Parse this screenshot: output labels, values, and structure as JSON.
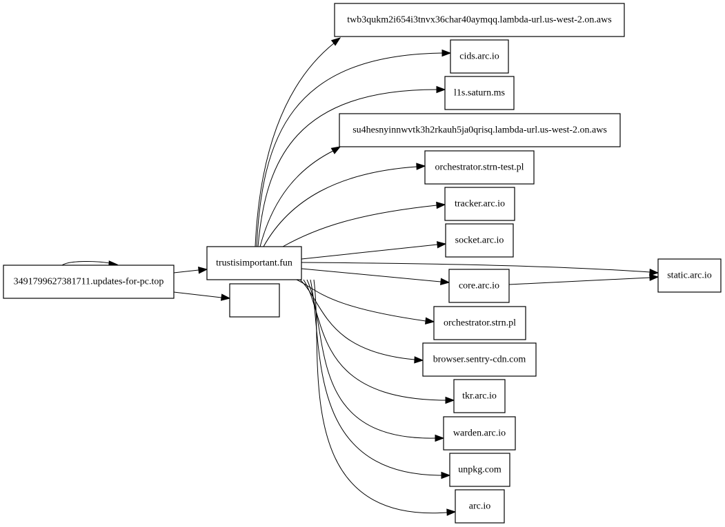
{
  "graph": {
    "nodes": [
      {
        "id": "root",
        "label": "3491799627381711.updates-for-pc.top"
      },
      {
        "id": "hub",
        "label": "trustisimportant.fun"
      },
      {
        "id": "blank",
        "label": ""
      },
      {
        "id": "n1",
        "label": "twb3qukm2i654i3tnvx36char40aymqq.lambda-url.us-west-2.on.aws"
      },
      {
        "id": "n2",
        "label": "cids.arc.io"
      },
      {
        "id": "n3",
        "label": "l1s.saturn.ms"
      },
      {
        "id": "n4",
        "label": "su4hesnyinnwvtk3h2rkauh5ja0qrisq.lambda-url.us-west-2.on.aws"
      },
      {
        "id": "n5",
        "label": "orchestrator.strn-test.pl"
      },
      {
        "id": "n6",
        "label": "tracker.arc.io"
      },
      {
        "id": "n7",
        "label": "socket.arc.io"
      },
      {
        "id": "n8",
        "label": "core.arc.io"
      },
      {
        "id": "n9",
        "label": "orchestrator.strn.pl"
      },
      {
        "id": "n10",
        "label": "browser.sentry-cdn.com"
      },
      {
        "id": "n11",
        "label": "tkr.arc.io"
      },
      {
        "id": "n12",
        "label": "warden.arc.io"
      },
      {
        "id": "n13",
        "label": "unpkg.com"
      },
      {
        "id": "n14",
        "label": "arc.io"
      },
      {
        "id": "static",
        "label": "static.arc.io"
      }
    ],
    "edges": [
      {
        "from": "root",
        "to": "root"
      },
      {
        "from": "root",
        "to": "hub"
      },
      {
        "from": "root",
        "to": "blank"
      },
      {
        "from": "hub",
        "to": "n1"
      },
      {
        "from": "hub",
        "to": "n2"
      },
      {
        "from": "hub",
        "to": "n3"
      },
      {
        "from": "hub",
        "to": "n4"
      },
      {
        "from": "hub",
        "to": "n5"
      },
      {
        "from": "hub",
        "to": "n6"
      },
      {
        "from": "hub",
        "to": "n7"
      },
      {
        "from": "hub",
        "to": "static"
      },
      {
        "from": "hub",
        "to": "n8"
      },
      {
        "from": "n8",
        "to": "static"
      },
      {
        "from": "hub",
        "to": "n9"
      },
      {
        "from": "hub",
        "to": "n10"
      },
      {
        "from": "hub",
        "to": "n11"
      },
      {
        "from": "hub",
        "to": "n12"
      },
      {
        "from": "hub",
        "to": "n13"
      },
      {
        "from": "hub",
        "to": "n14"
      }
    ]
  }
}
